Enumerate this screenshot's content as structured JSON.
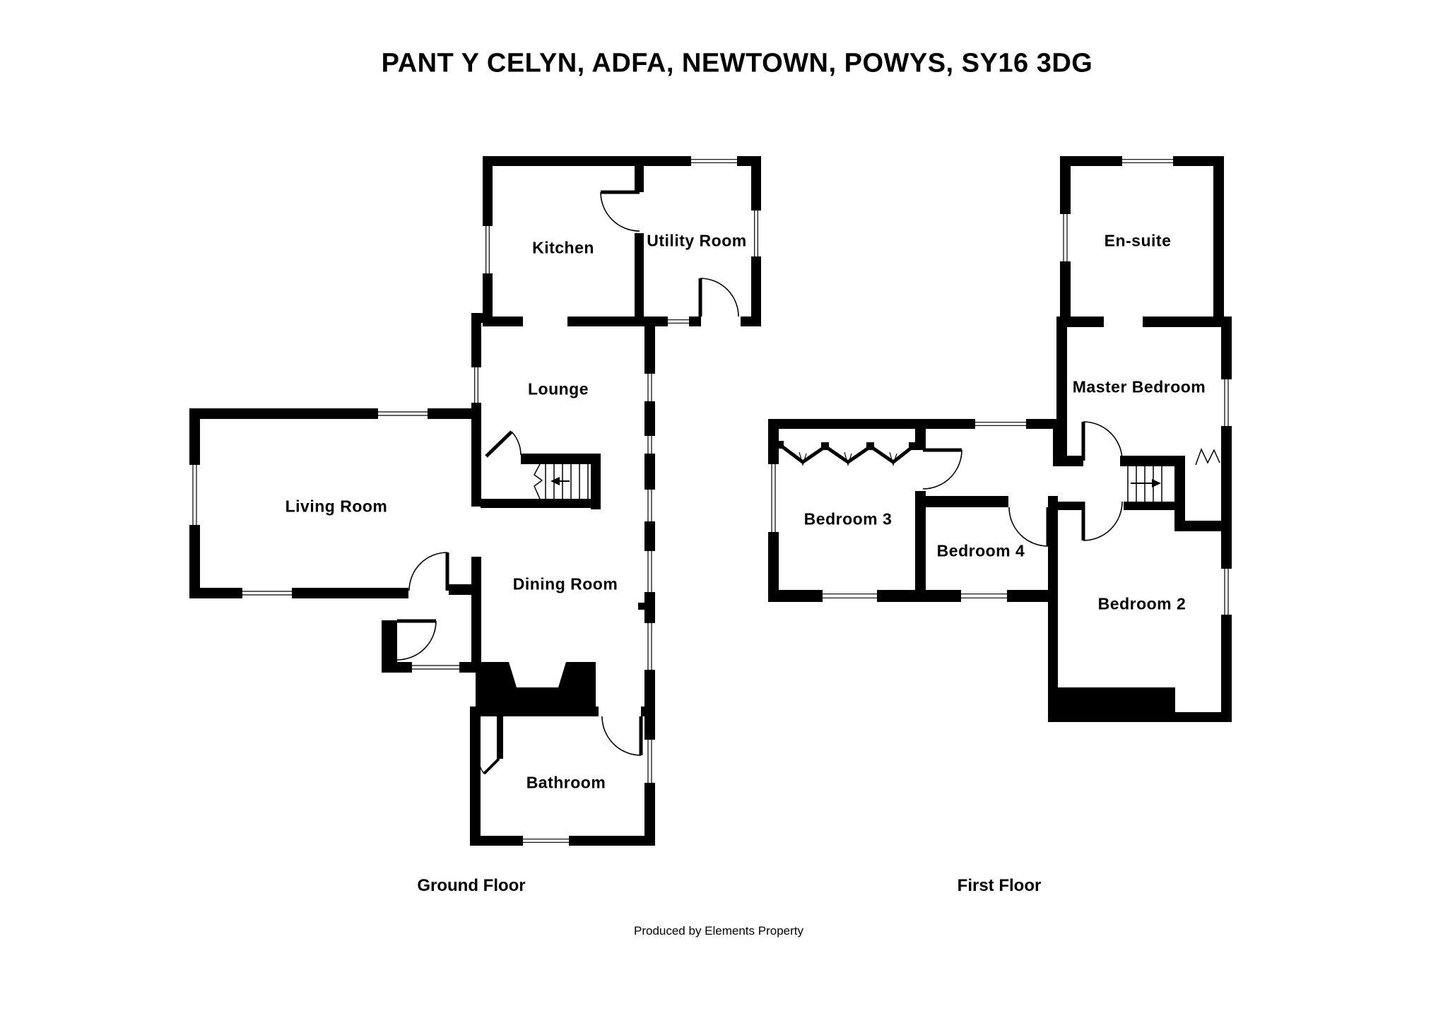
{
  "title": "PANT Y CELYN, ADFA, NEWTOWN, POWYS, SY16 3DG",
  "ground_floor": {
    "label": "Ground Floor",
    "rooms": {
      "kitchen": "Kitchen",
      "utility": "Utility Room",
      "lounge": "Lounge",
      "living": "Living Room",
      "dining": "Dining Room",
      "bathroom": "Bathroom"
    }
  },
  "first_floor": {
    "label": "First Floor",
    "rooms": {
      "ensuite": "En-suite",
      "master": "Master Bedroom",
      "bedroom3": "Bedroom 3",
      "bedroom4": "Bedroom 4",
      "bedroom2": "Bedroom 2"
    }
  },
  "credit": "Produced by Elements Property",
  "colors": {
    "wall": "#000000",
    "background": "#ffffff"
  }
}
